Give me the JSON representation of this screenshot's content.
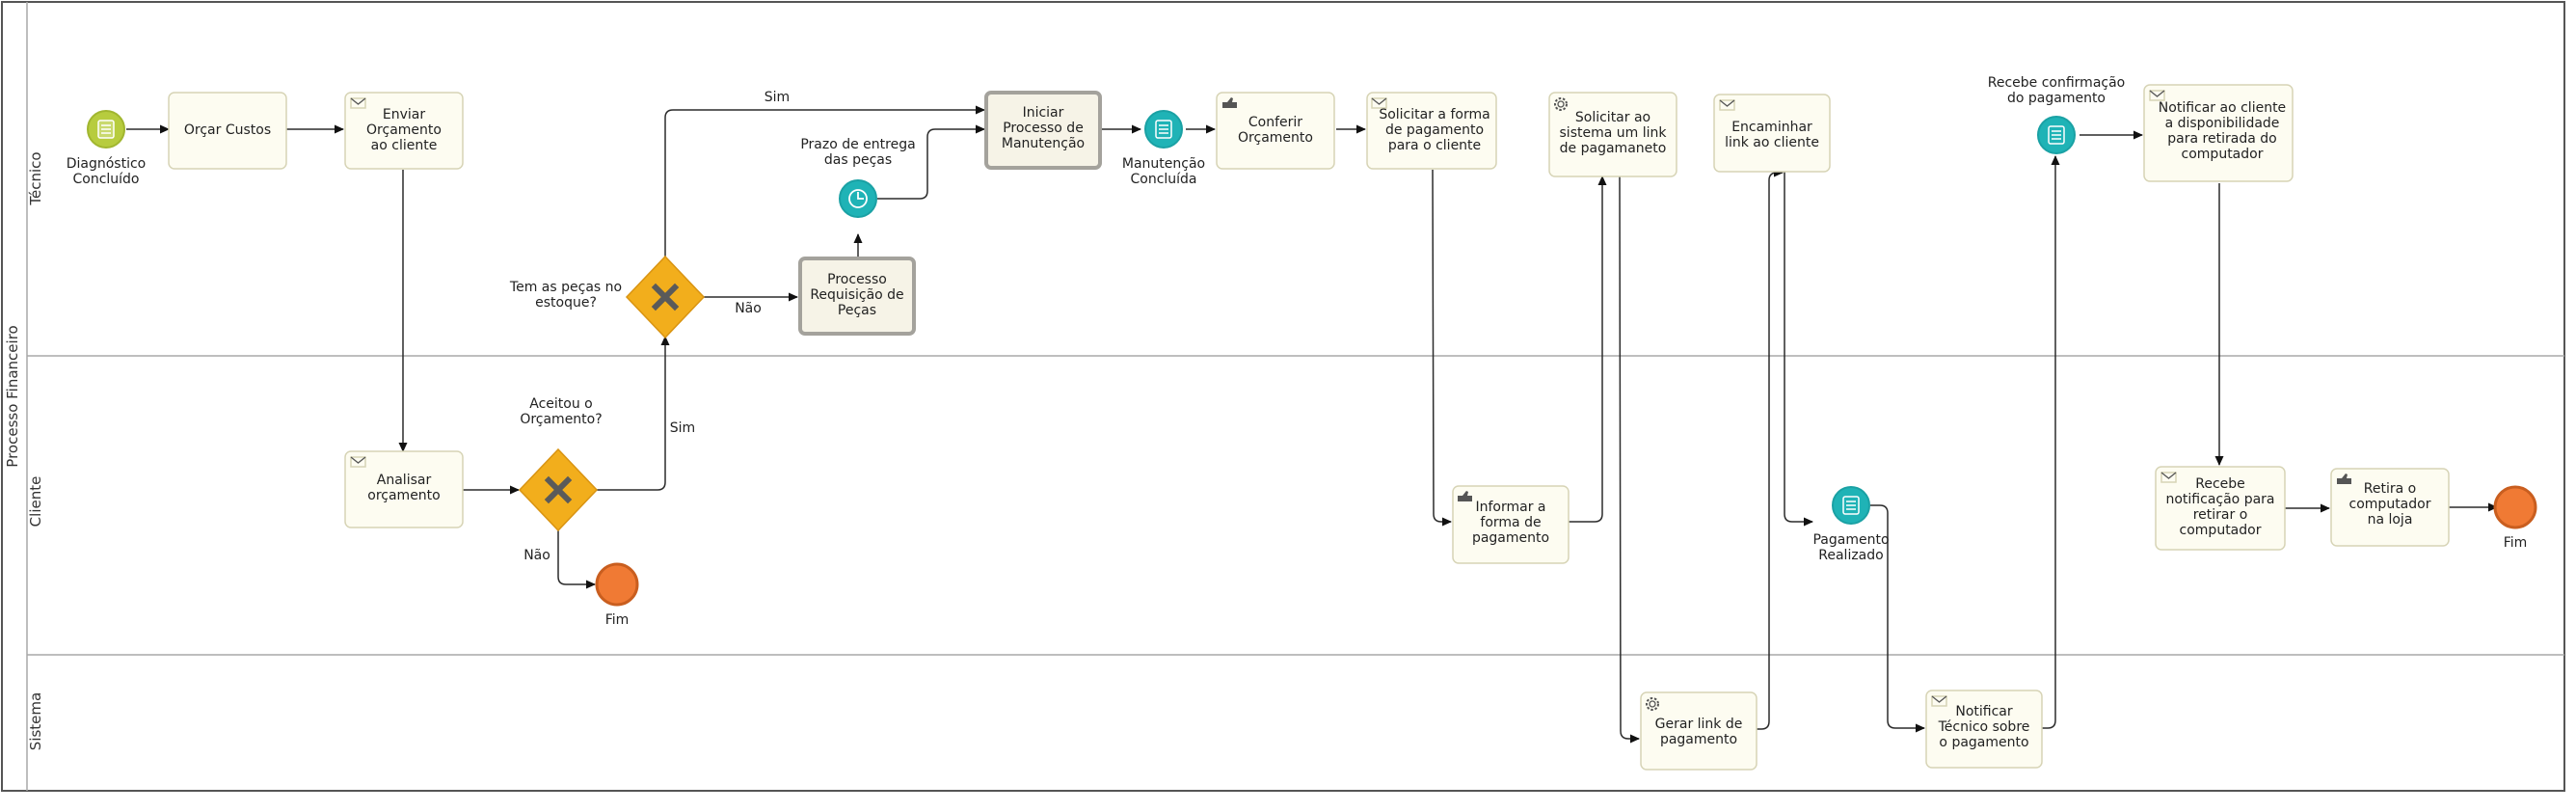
{
  "pool": {
    "label": "Processo Financeiro"
  },
  "lanes": {
    "tecnico": "Técnico",
    "cliente": "Cliente",
    "sistema": "Sistema"
  },
  "events": {
    "diagnostico": {
      "line1": "Diagnóstico",
      "line2": "Concluído"
    },
    "prazo": {
      "line1": "Prazo de entrega",
      "line2": "das peças"
    },
    "manutencao_concluida": {
      "line1": "Manutenção",
      "line2": "Concluída"
    },
    "recebe_confirmacao": {
      "line1": "Recebe confirmação",
      "line2": "do pagamento"
    },
    "pagamento_realizado": {
      "line1": "Pagamento",
      "line2": "Realizado"
    },
    "fim_cliente_1": {
      "line1": "Fim"
    },
    "fim_cliente_2": {
      "line1": "Fim"
    }
  },
  "tasks": {
    "orcar_custos": {
      "line1": "Orçar Custos"
    },
    "enviar_orcamento": {
      "line1": "Enviar",
      "line2": "Orçamento",
      "line3": "ao cliente"
    },
    "iniciar_processo": {
      "line1": "Iniciar",
      "line2": "Processo de",
      "line3": "Manutenção"
    },
    "processo_requisicao": {
      "line1": "Processo",
      "line2": "Requisição de",
      "line3": "Peças"
    },
    "conferir_orcamento": {
      "line1": "Conferir",
      "line2": "Orçamento"
    },
    "solicitar_forma": {
      "line1": "Solicitar a forma",
      "line2": "de pagamento",
      "line3": "para o cliente"
    },
    "solicitar_sistema": {
      "line1": "Solicitar ao",
      "line2": "sistema um link",
      "line3": "de pagamaneto"
    },
    "encaminhar_link": {
      "line1": "Encaminhar",
      "line2": "link ao cliente"
    },
    "notificar_cliente": {
      "line1": "Notificar ao cliente",
      "line2": "a disponibilidade",
      "line3": "para retirada do",
      "line4": "computador"
    },
    "analisar_orcamento": {
      "line1": "Analisar",
      "line2": "orçamento"
    },
    "informar_forma": {
      "line1": "Informar a",
      "line2": "forma de",
      "line3": "pagamento"
    },
    "recebe_notificacao": {
      "line1": "Recebe",
      "line2": "notificação para",
      "line3": "retirar o",
      "line4": "computador"
    },
    "retira_computador": {
      "line1": "Retira o",
      "line2": "computador",
      "line3": "na loja"
    },
    "gerar_link": {
      "line1": "Gerar link de",
      "line2": "pagamento"
    },
    "notificar_tecnico": {
      "line1": "Notificar",
      "line2": "Técnico sobre",
      "line3": "o pagamento"
    }
  },
  "gateways": {
    "tem_pecas": {
      "line1": "Tem as peças no",
      "line2": "estoque?"
    },
    "aceitou": {
      "line1": "Aceitou o",
      "line2": "Orçamento?"
    }
  },
  "flow_labels": {
    "sim_pecas": "Sim",
    "nao_pecas": "Não",
    "sim_aceitou": "Sim",
    "nao_aceitou": "Não"
  },
  "colors": {
    "start_event": "#b7cc3e",
    "intermediate_event": "#1fb3b6",
    "end_event": "#f07a34",
    "gateway": "#f2ae1c",
    "task_fill": "#fdfcf1"
  }
}
